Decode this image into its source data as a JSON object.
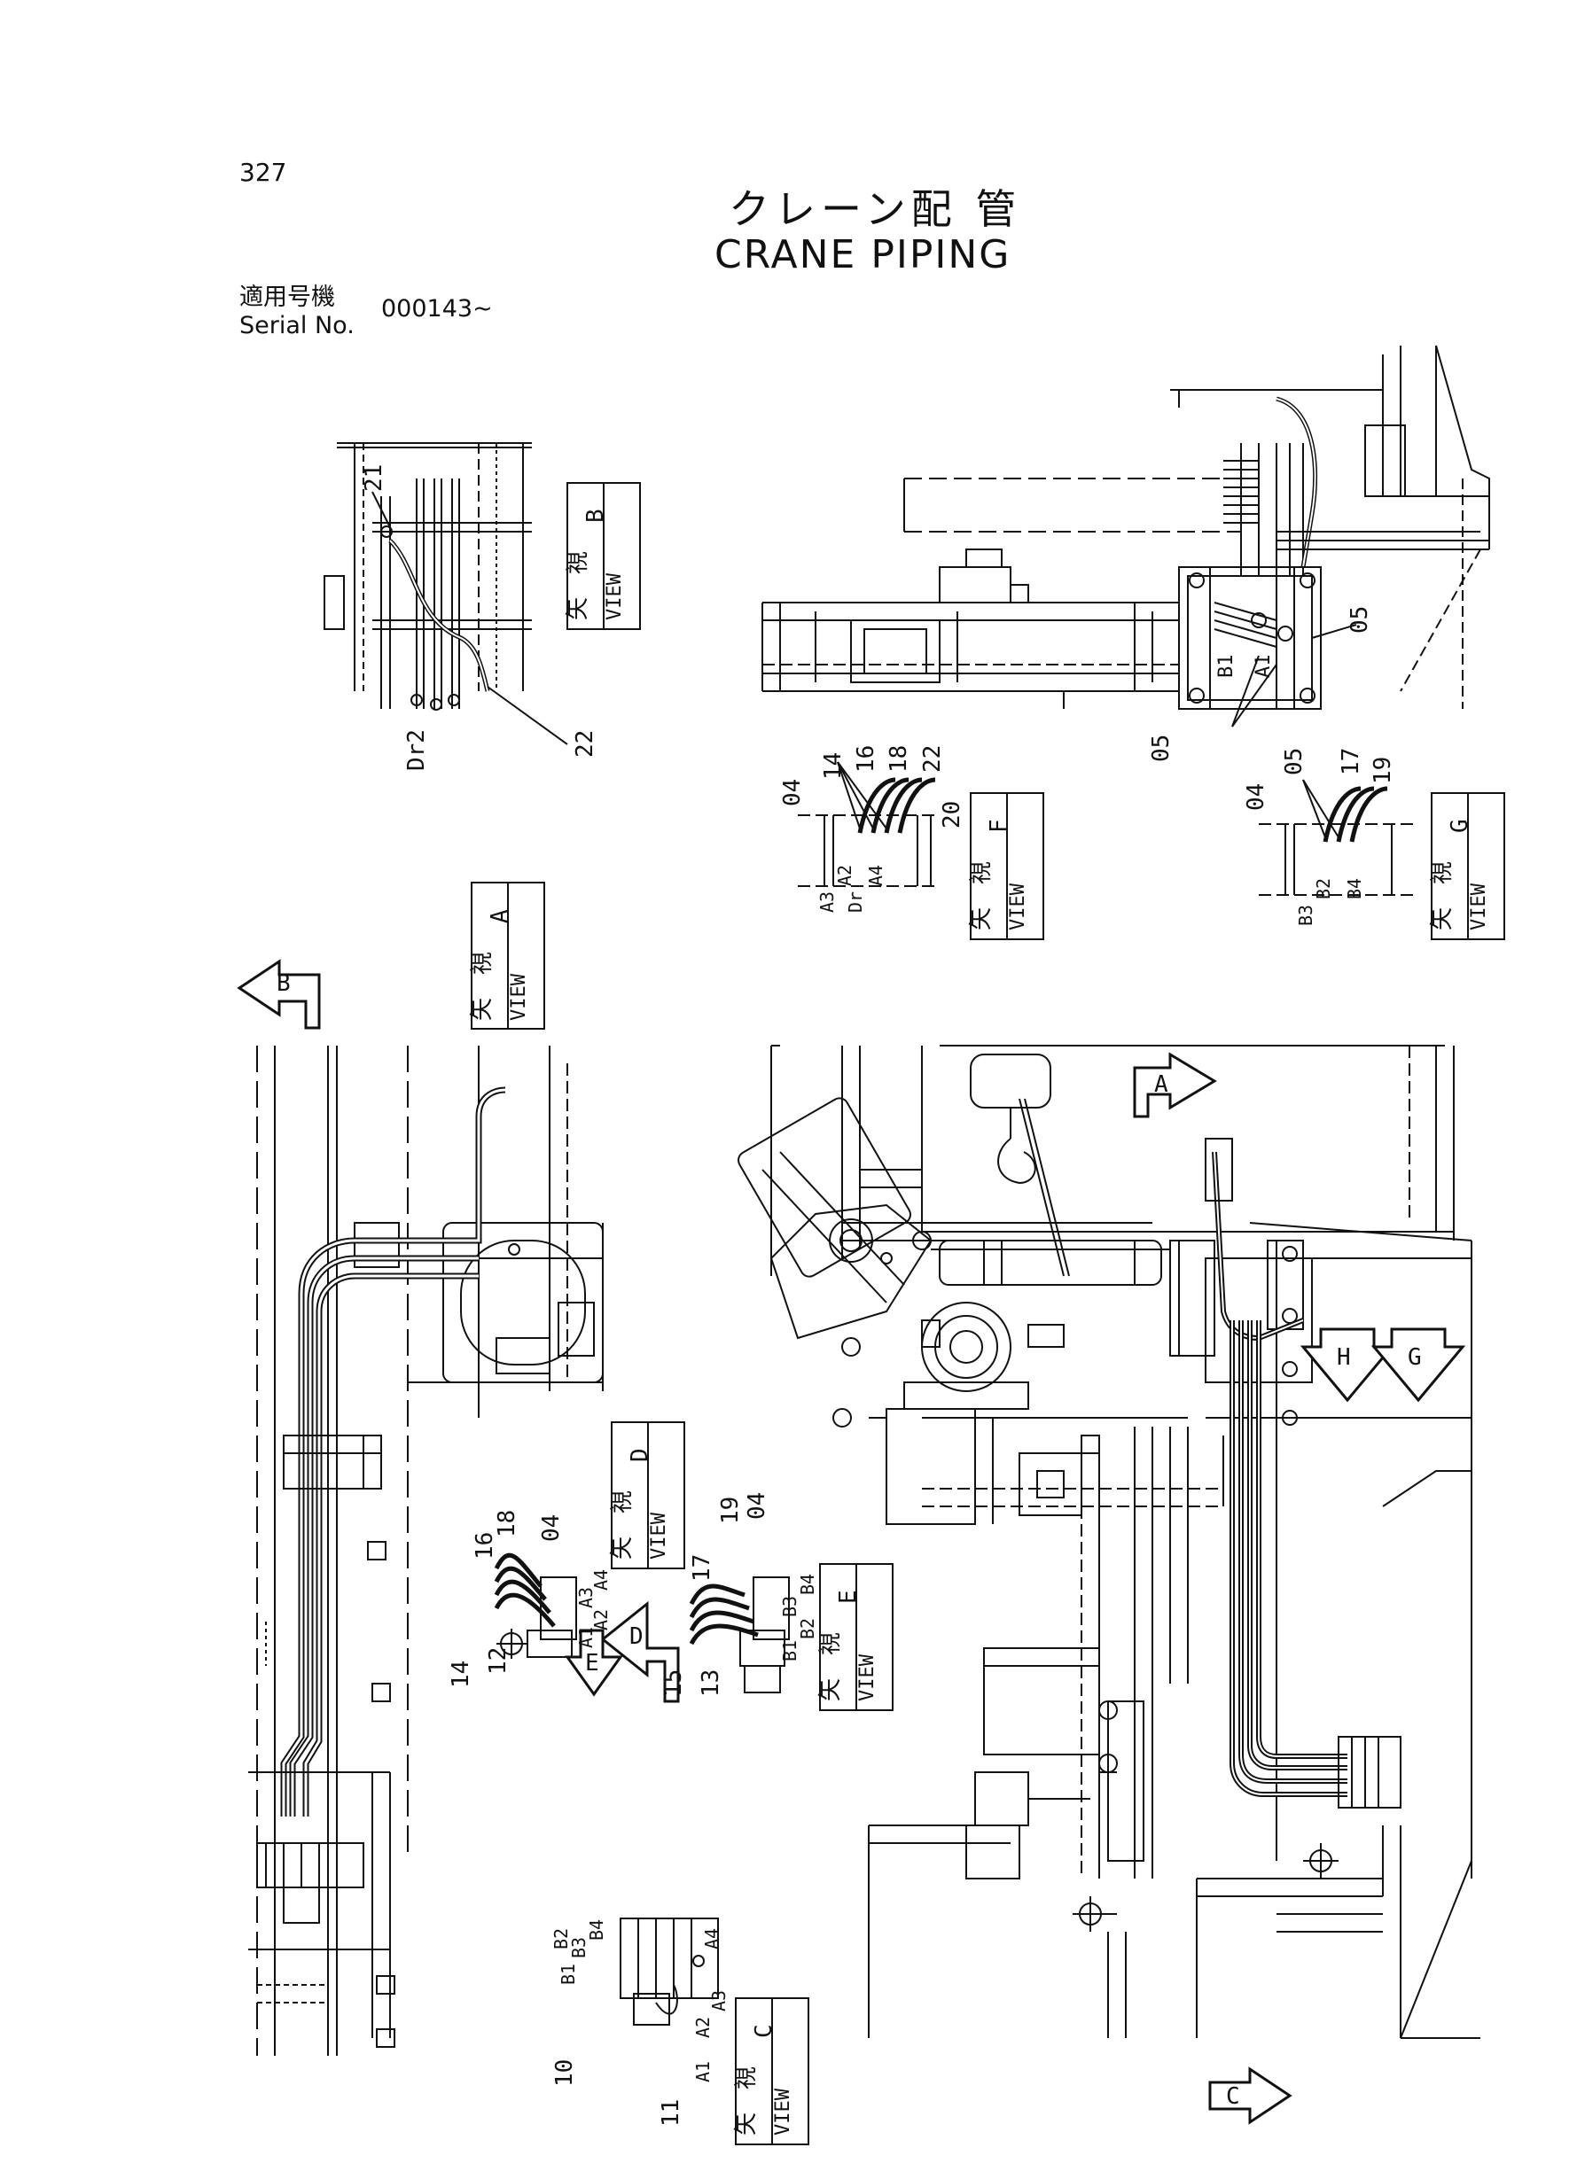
{
  "header": {
    "page_number": "327",
    "title_jp": "クレーン配 管",
    "title_en": "CRANE  PIPING",
    "serial_label_jp": "適用号機",
    "serial_label_en": "Serial No.",
    "serial_value": "000143~"
  },
  "views": [
    {
      "kanji": "矢　視",
      "label": "VIEW",
      "letter": "B"
    },
    {
      "kanji": "矢　視",
      "label": "VIEW",
      "letter": "A"
    },
    {
      "kanji": "矢　視",
      "label": "VIEW",
      "letter": "F"
    },
    {
      "kanji": "矢　視",
      "label": "VIEW",
      "letter": "G"
    },
    {
      "kanji": "矢　視",
      "label": "VIEW",
      "letter": "D"
    },
    {
      "kanji": "矢　視",
      "label": "VIEW",
      "letter": "E"
    },
    {
      "kanji": "矢　視",
      "label": "VIEW",
      "letter": "C"
    }
  ],
  "arrows": {
    "b": "B",
    "a": "A",
    "d": "D",
    "e": "E",
    "h": "H",
    "g": "G",
    "c": "C"
  },
  "callouts": {
    "view_b": [
      "21",
      "22",
      "Dr2"
    ],
    "view_f": [
      "04",
      "14",
      "16",
      "18",
      "22",
      "20"
    ],
    "view_f_ports": [
      "A2",
      "A3",
      "A4",
      "Dr"
    ],
    "main_top": [
      "05",
      "05"
    ],
    "main_top_ports": [
      "B1",
      "A1"
    ],
    "view_g": [
      "04",
      "05",
      "17",
      "19"
    ],
    "view_g_ports": [
      "B2",
      "B3",
      "B4"
    ],
    "view_d": [
      "16",
      "18",
      "04",
      "14",
      "12"
    ],
    "view_d_ports": [
      "A4",
      "A3",
      "A2",
      "A1"
    ],
    "view_e": [
      "17",
      "19",
      "04",
      "15",
      "13"
    ],
    "view_e_ports": [
      "B4",
      "B3",
      "B2",
      "B1"
    ],
    "view_c": [
      "10",
      "11"
    ],
    "view_c_ports": [
      "B2",
      "B3",
      "B4",
      "B1",
      "A4",
      "A2",
      "A3",
      "A1"
    ]
  }
}
